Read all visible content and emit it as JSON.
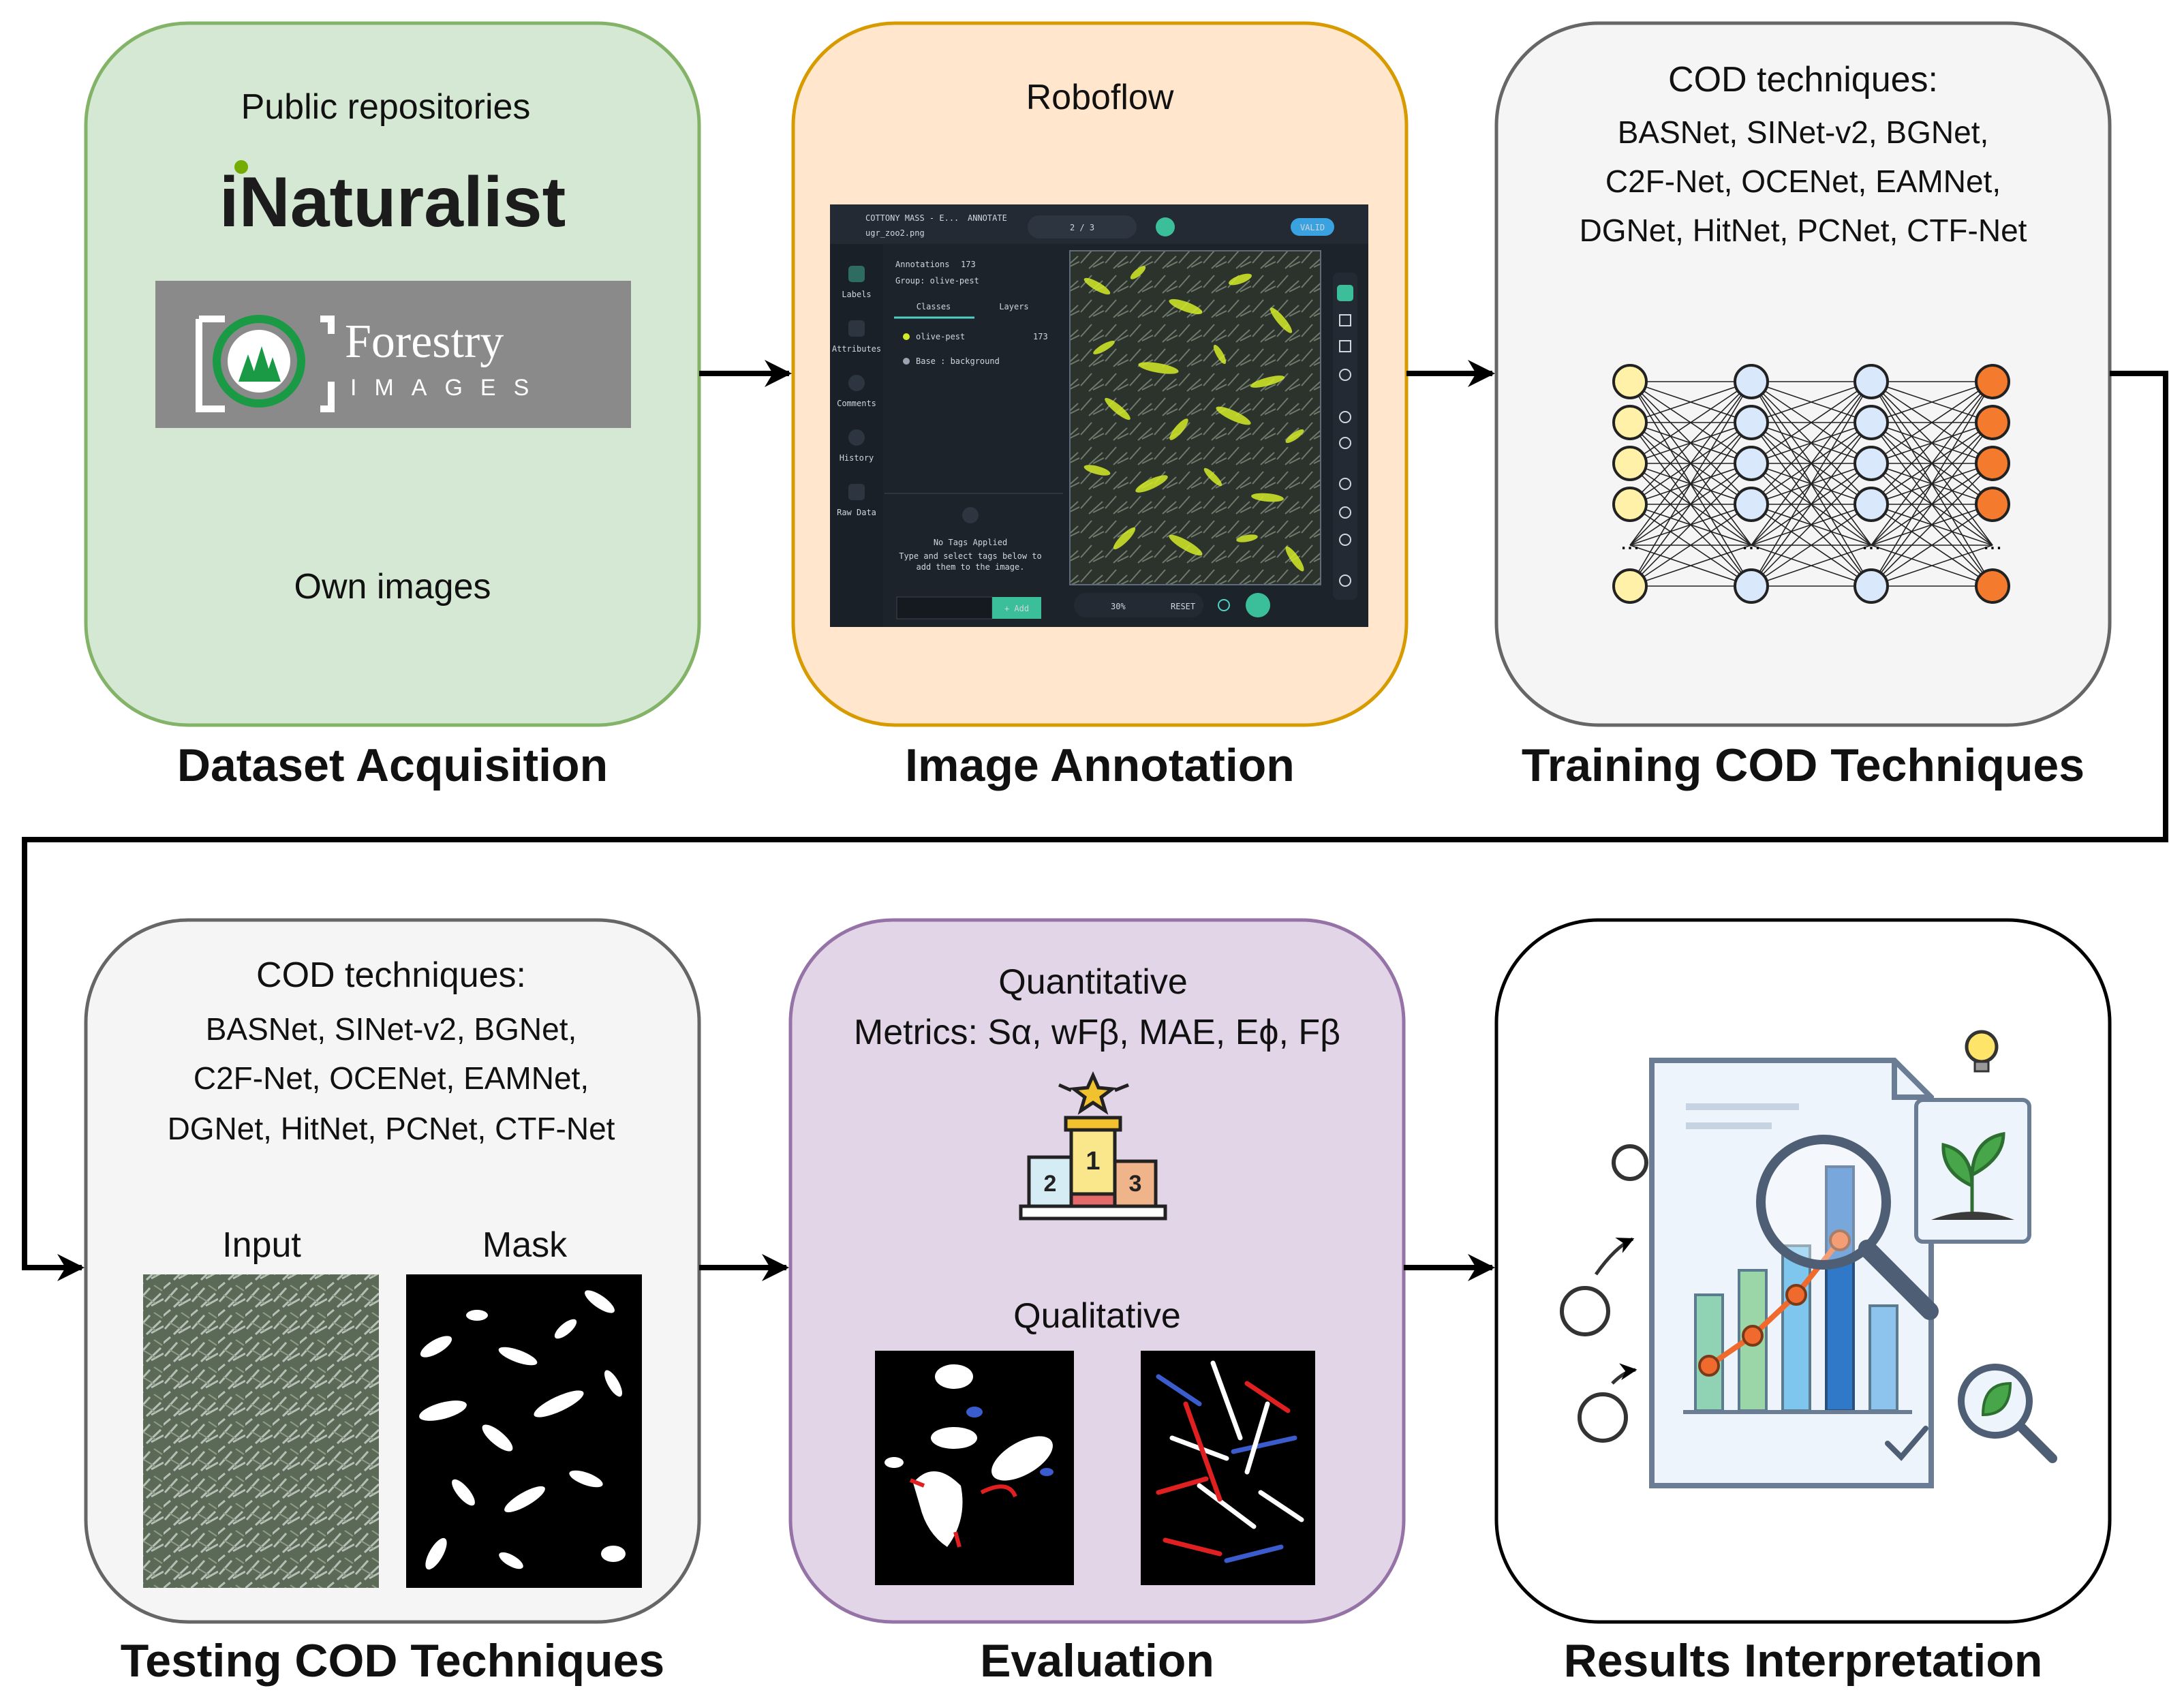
{
  "stages": {
    "dataset": {
      "title": "Dataset Acquisition",
      "sources_label": "Public repositories",
      "inaturalist_logo": "iNaturalist",
      "forestry_logo_top": "Forestry",
      "forestry_logo_bottom": "IMAGES",
      "own_images_label": "Own images"
    },
    "annotation": {
      "title": "Image Annotation",
      "tool_label": "Roboflow",
      "ui": {
        "project": "COTTONY MASS - E...",
        "mode": "ANNOTATE",
        "filename": "ugr_zoo2.png",
        "pager": "2 / 3",
        "valid_badge": "VALID",
        "annotations_header": "Annotations",
        "annotations_count": "173",
        "group_line": "Group: olive-pest",
        "tab_classes": "Classes",
        "tab_layers": "Layers",
        "class_1": "olive-pest",
        "class_1_count": "173",
        "class_2": "Base : background",
        "sidebar": [
          "Labels",
          "Attributes",
          "Comments",
          "History",
          "Raw Data"
        ],
        "no_tags_title": "No Tags Applied",
        "no_tags_hint_1": "Type and select tags below to",
        "no_tags_hint_2": "add them to the image.",
        "add_button": "+ Add",
        "zoom": "30%",
        "reset": "RESET"
      }
    },
    "training": {
      "title": "Training COD Techniques",
      "techniques_heading": "COD techniques:",
      "techniques_lines": [
        "BASNet, SINet-v2, BGNet,",
        "C2F-Net, OCENet, EAMNet,",
        "DGNet, HitNet, PCNet, CTF-Net"
      ]
    },
    "testing": {
      "title": "Testing COD Techniques",
      "techniques_heading": "COD techniques:",
      "techniques_lines": [
        "BASNet, SINet-v2, BGNet,",
        "C2F-Net, OCENet, EAMNet,",
        "DGNet, HitNet, PCNet, CTF-Net"
      ],
      "input_label": "Input",
      "mask_label": "Mask"
    },
    "evaluation": {
      "title": "Evaluation",
      "quantitative_label": "Quantitative",
      "metrics_line": "Metrics: Sα, wFβ, MAE, Eϕ, Fβ",
      "podium_places": [
        "2",
        "1",
        "3"
      ],
      "qualitative_label": "Qualitative"
    },
    "results": {
      "title": "Results Interpretation"
    }
  },
  "colors": {
    "dataset_fill": "#d5e8d4",
    "dataset_stroke": "#82b366",
    "annotation_fill": "#ffe6cc",
    "annotation_stroke": "#d79b00",
    "training_fill": "#f5f5f5",
    "training_stroke": "#666666",
    "testing_fill": "#f5f5f5",
    "testing_stroke": "#666666",
    "evaluation_fill": "#e1d5e7",
    "evaluation_stroke": "#9673a6",
    "results_fill": "#ffffff",
    "results_stroke": "#000000",
    "nn_input": "#fff2a8",
    "nn_hidden": "#dae8fc",
    "nn_output": "#f47a2e",
    "arrow": "#000000"
  },
  "icons": [
    "inaturalist-logo",
    "forestry-images-logo",
    "neural-network-icon",
    "podium-icon",
    "lightbulb-icon",
    "magnifier-icon",
    "plant-icon",
    "gauge-icon",
    "checkmark-icon"
  ]
}
